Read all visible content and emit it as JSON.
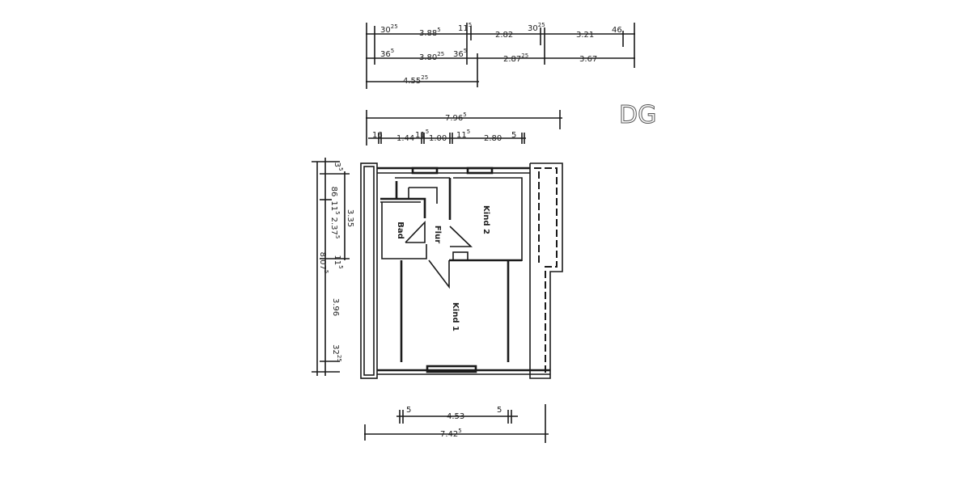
{
  "floor_label": "DG",
  "rooms": [
    {
      "id": "bad",
      "label": "Bad"
    },
    {
      "id": "flur",
      "label": "Flur"
    },
    {
      "id": "kind2",
      "label": "Kind 2"
    },
    {
      "id": "kind1",
      "label": "Kind 1"
    }
  ],
  "dimensions_top": [
    {
      "v": "30",
      "s": "25"
    },
    {
      "v": "3.88",
      "s": "5"
    },
    {
      "v": "11",
      "s": "5"
    },
    {
      "v": "2.82",
      "s": ""
    },
    {
      "v": "30",
      "s": "25"
    },
    {
      "v": "3.21",
      "s": ""
    },
    {
      "v": "46",
      "s": ""
    },
    {
      "v": "36",
      "s": "5"
    },
    {
      "v": "3.80",
      "s": "25"
    },
    {
      "v": "36",
      "s": "5"
    },
    {
      "v": "2.87",
      "s": "25"
    },
    {
      "v": "3.67",
      "s": ""
    },
    {
      "v": "4.55",
      "s": "25"
    },
    {
      "v": "7.96",
      "s": "5"
    },
    {
      "v": "16",
      "s": ""
    },
    {
      "v": "1.44",
      "s": ""
    },
    {
      "v": "11",
      "s": "5"
    },
    {
      "v": "1.00",
      "s": ""
    },
    {
      "v": "11",
      "s": "5"
    },
    {
      "v": "2.80",
      "s": ""
    },
    {
      "v": "5",
      "s": ""
    }
  ],
  "dimensions_left": [
    {
      "v": "3",
      "s": "5"
    },
    {
      "v": "86",
      "s": ""
    },
    {
      "v": "11",
      "s": "5"
    },
    {
      "v": "2.37",
      "s": "5"
    },
    {
      "v": "3.35",
      "s": ""
    },
    {
      "v": "8.07",
      "s": "5"
    },
    {
      "v": "11",
      "s": "5"
    },
    {
      "v": "3.96",
      "s": ""
    },
    {
      "v": "32",
      "s": "25"
    }
  ],
  "dimensions_bottom": [
    {
      "v": "5",
      "s": ""
    },
    {
      "v": "4.53",
      "s": ""
    },
    {
      "v": "5",
      "s": ""
    },
    {
      "v": "7.42",
      "s": "5"
    }
  ]
}
